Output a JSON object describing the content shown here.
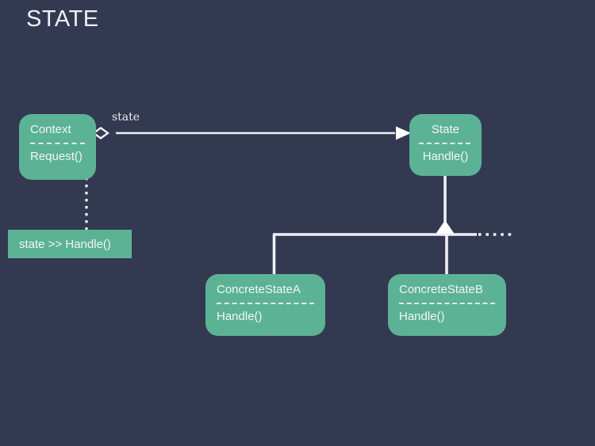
{
  "title": "STATE",
  "colors": {
    "background": "#333950",
    "box_fill": "#5cb295",
    "text": "#f2f5f8",
    "line": "#eef0f6"
  },
  "classes": [
    {
      "id": "context",
      "name": "Context",
      "operation": "Request()",
      "align": "left"
    },
    {
      "id": "state",
      "name": "State",
      "operation": "Handle()",
      "align": "center"
    },
    {
      "id": "concrete-state-a",
      "name": "ConcreteStateA",
      "operation": "Handle()",
      "align": "left"
    },
    {
      "id": "concrete-state-b",
      "name": "ConcreteStateB",
      "operation": "Handle()",
      "align": "left"
    }
  ],
  "note": {
    "text": "state >> Handle()"
  },
  "edges": {
    "association_label": "state"
  }
}
